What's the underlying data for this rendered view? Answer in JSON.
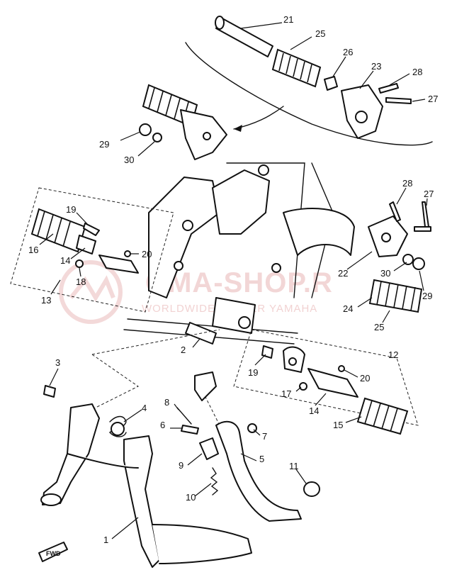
{
  "watermark": {
    "main": "OMA-SHOP.R",
    "sub": "WORLDWIDE DEALER YAMAHA"
  },
  "direction_marker": {
    "label": "FWD"
  },
  "callouts": [
    "1",
    "2",
    "3",
    "4",
    "5",
    "6",
    "7",
    "8",
    "9",
    "10",
    "11",
    "12",
    "13",
    "14",
    "14",
    "15",
    "16",
    "17",
    "18",
    "19",
    "19",
    "20",
    "20",
    "21",
    "22",
    "23",
    "24",
    "25",
    "25",
    "26",
    "27",
    "27",
    "28",
    "28",
    "29",
    "29",
    "30",
    "30"
  ],
  "colors": {
    "ink": "#111111",
    "watermark": "#e9b5b5"
  }
}
